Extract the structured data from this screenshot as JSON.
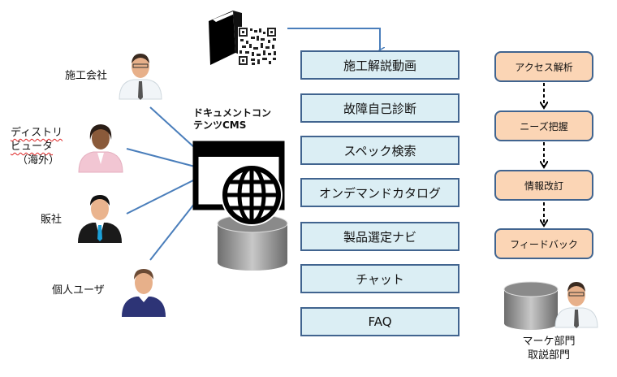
{
  "actors": [
    {
      "id": "construction",
      "label": "施工会社",
      "icon": "person-businessman-glasses-icon"
    },
    {
      "id": "distributor",
      "label_lines": [
        "ディストリ",
        "ビュータ",
        "（海外）"
      ],
      "icon": "person-woman-pink-icon"
    },
    {
      "id": "dealer",
      "label": "販社",
      "icon": "person-businessman-suit-icon"
    },
    {
      "id": "individual",
      "label": "個人ユーザ",
      "icon": "person-casual-user-icon"
    }
  ],
  "cms": {
    "title_lines": [
      "ドキュメントコン",
      "テンツCMS"
    ],
    "icons": [
      "web-window-icon",
      "globe-icon",
      "database-cylinder-icon"
    ]
  },
  "source": {
    "icons": [
      "book-icon",
      "qr-code-icon"
    ]
  },
  "services": [
    {
      "label": "施工解説動画"
    },
    {
      "label": "故障自己診断"
    },
    {
      "label": "スペック検索"
    },
    {
      "label": "オンデマンドカタログ"
    },
    {
      "label": "製品選定ナビ"
    },
    {
      "label": "チャット"
    },
    {
      "label": "FAQ"
    }
  ],
  "feedback_flow": [
    {
      "label": "アクセス解析"
    },
    {
      "label": "ニーズ把握"
    },
    {
      "label": "情報改訂"
    },
    {
      "label": "フィードバック"
    }
  ],
  "departments": {
    "label_lines": [
      "マーケ部門",
      "取説部門"
    ]
  },
  "colors": {
    "service_fill": "#dbeef4",
    "service_border": "#41648f",
    "flow_fill": "#fbd5b5",
    "connector": "#4a7ebb"
  }
}
